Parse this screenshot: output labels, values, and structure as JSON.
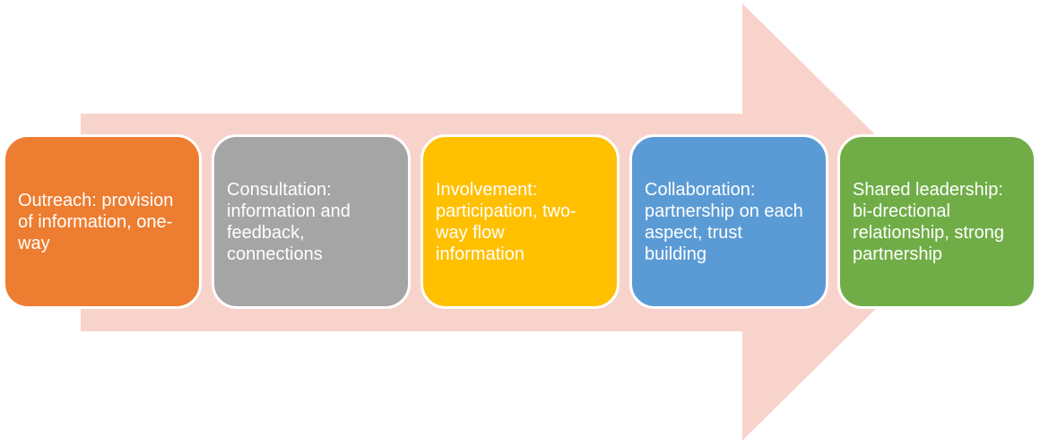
{
  "arrow": {
    "color": "#f8d3cb"
  },
  "stages": [
    {
      "text": "Outreach: provision\nof information, one-\nway",
      "color": "#ed7d31"
    },
    {
      "text": "Consultation:\ninformation and\nfeedback,\nconnections",
      "color": "#a5a5a5"
    },
    {
      "text": "Involvement:\nparticipation, two-\nway flow\ninformation",
      "color": "#ffc000"
    },
    {
      "text": "Collaboration:\npartnership on each\naspect, trust\nbuilding",
      "color": "#5b9bd5"
    },
    {
      "text": "Shared leadership:\nbi-drectional\nrelationship, strong\npartnership",
      "color": "#70ad47"
    }
  ]
}
